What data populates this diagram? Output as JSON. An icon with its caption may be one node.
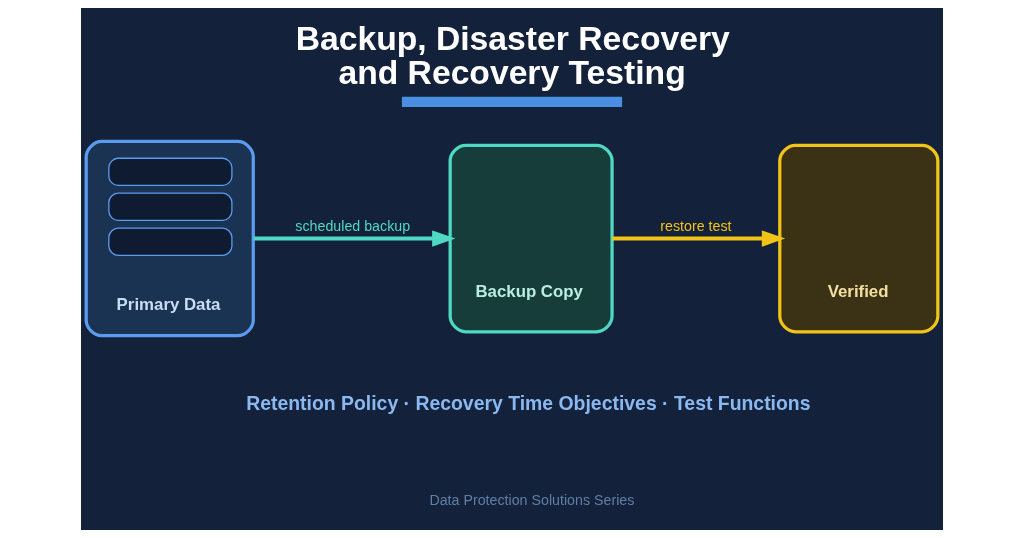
{
  "diagram": {
    "title": "Backup, Disaster Recovery and Recovery Testing",
    "nodes": [
      {
        "text": [
          "Primary Data"
        ]
      },
      {
        "text": [
          "Backup Copy"
        ]
      },
      {
        "text": [
          "Verified"
        ]
      }
    ],
    "edges": [
      {
        "from": 0,
        "to": 1,
        "arrow": "to",
        "label": "scheduled backup",
        "color": "#4fd9c4"
      },
      {
        "from": 1,
        "to": 2,
        "arrow": "to",
        "label": "restore test",
        "color": "#f2c418"
      }
    ],
    "labels": [
      "Retention Policy · Recovery Time Objectives · Test Functions",
      "Data Protection Solutions Series"
    ]
  }
}
